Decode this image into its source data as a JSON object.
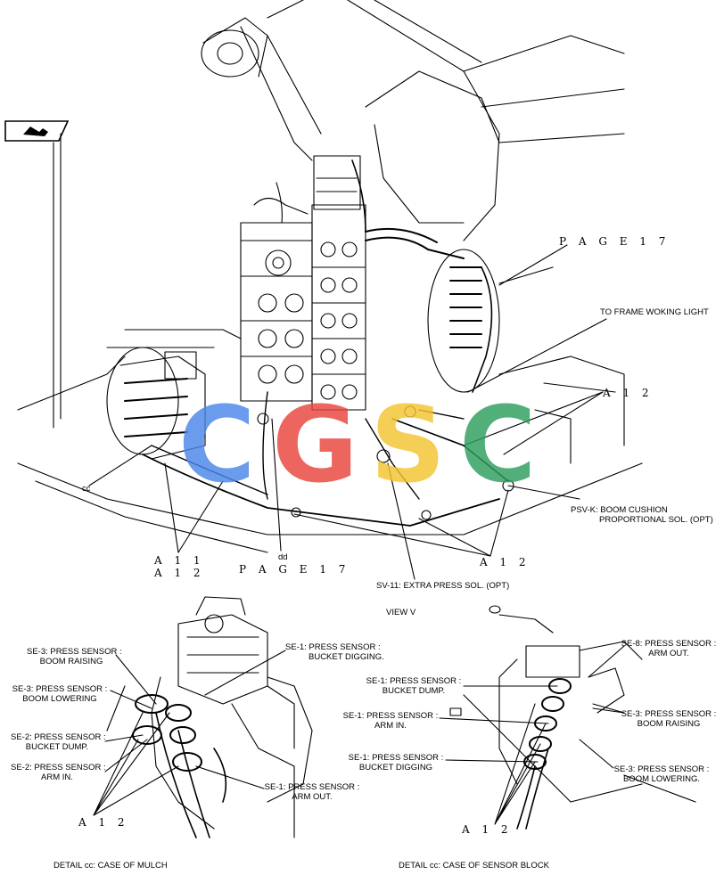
{
  "nav": {
    "icon": "page-turn-arrow-icon"
  },
  "watermark": {
    "letters": [
      "C",
      "G",
      "S",
      "C"
    ],
    "colors": [
      "#4a86e8",
      "#e8453c",
      "#f4c430",
      "#2e9e5e"
    ]
  },
  "main_view": {
    "page_ref_top": "P A G E   1 7",
    "page_ref_bottom": "P A G E   1 7",
    "label_frame_light": "TO FRAME WOKING LIGHT",
    "label_a12_right": "A 1 2",
    "label_psvk_line1": "PSV-K: BOOM CUSHION",
    "label_psvk_line2": "PROPORTIONAL SOL. (OPT)",
    "label_cc": "cc",
    "label_dd": "dd",
    "label_a11": "A 1 1",
    "label_a12_left": "A 1 2",
    "label_a12_bottom": "A 1 2",
    "label_sv11": "SV-11: EXTRA PRESS SOL. (OPT)",
    "label_view": "VIEW V"
  },
  "detail_mulch": {
    "se3_boom_raising": [
      "SE-3: PRESS SENSOR :",
      "BOOM RAISING"
    ],
    "se1_bucket_digging": [
      "SE-1: PRESS SENSOR :",
      "BUCKET DIGGING."
    ],
    "se3_boom_lowering": [
      "SE-3: PRESS SENSOR :",
      "BOOM LOWERING"
    ],
    "se2_bucket_dump": [
      "SE-2: PRESS SENSOR :",
      "BUCKET DUMP."
    ],
    "se2_arm_in": [
      "SE-2: PRESS SENSOR :",
      "ARM IN."
    ],
    "se1_arm_out": [
      "SE-1: PRESS SENSOR :",
      "ARM OUT."
    ],
    "a12": "A 1 2",
    "caption": "DETAIL cc: CASE OF MULCH"
  },
  "detail_sensor_block": {
    "se8_arm_out": [
      "SE-8: PRESS SENSOR :",
      "ARM OUT."
    ],
    "se1_bucket_dump": [
      "SE-1: PRESS SENSOR :",
      "BUCKET DUMP."
    ],
    "se3_boom_raising": [
      "SE-3: PRESS SENSOR :",
      "BOOM RAISING"
    ],
    "se1_arm_in": [
      "SE-1: PRESS SENSOR :",
      "ARM IN."
    ],
    "se1_bucket_digging": [
      "SE-1: PRESS SENSOR :",
      "BUCKET DIGGING"
    ],
    "se3_boom_lowering": [
      "SE-3: PRESS SENSOR :",
      "BOOM LOWERING."
    ],
    "a12": "A 1 2",
    "caption": "DETAIL cc: CASE OF SENSOR BLOCK"
  }
}
